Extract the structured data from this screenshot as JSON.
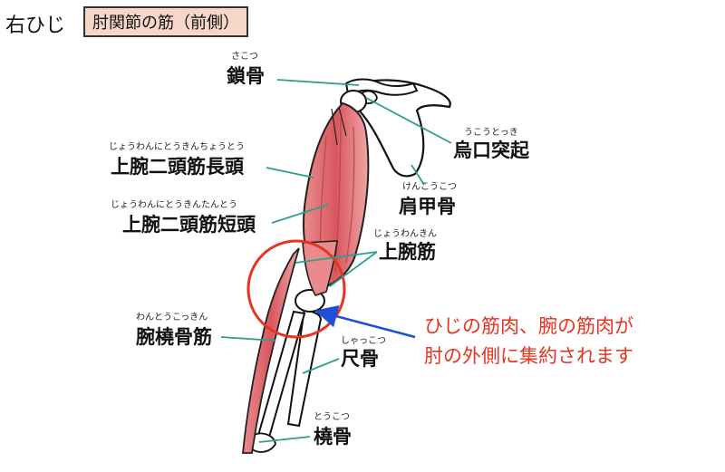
{
  "header": {
    "side": "右ひじ",
    "title": "肘関節の筋（前側）"
  },
  "labels": {
    "clavicle": {
      "name": "鎖骨",
      "reading": "さこつ"
    },
    "coracoid": {
      "name": "烏口突起",
      "reading": "うこうとっき"
    },
    "biceps_long": {
      "name": "上腕二頭筋長頭",
      "reading": "じょうわんにとうきんちょうとう"
    },
    "scapula": {
      "name": "肩甲骨",
      "reading": "けんこうこつ"
    },
    "biceps_short": {
      "name": "上腕二頭筋短頭",
      "reading": "じょうわんにとうきんたんとう"
    },
    "brachialis": {
      "name": "上腕筋",
      "reading": "じょうわんきん"
    },
    "brachiorad": {
      "name": "腕橈骨筋",
      "reading": "わんとうこっきん"
    },
    "ulna": {
      "name": "尺骨",
      "reading": "しゃっこつ"
    },
    "radius": {
      "name": "橈骨",
      "reading": "とうこつ"
    }
  },
  "note": {
    "line1": "ひじの筋肉、腕の筋肉が",
    "line2": "肘の外側に集約されます"
  },
  "colors": {
    "leader": "#2f9e8f",
    "muscle": "#e27a7e",
    "circle": "#e8331f",
    "arrow": "#1f4fd6",
    "note": "#e8331f"
  }
}
